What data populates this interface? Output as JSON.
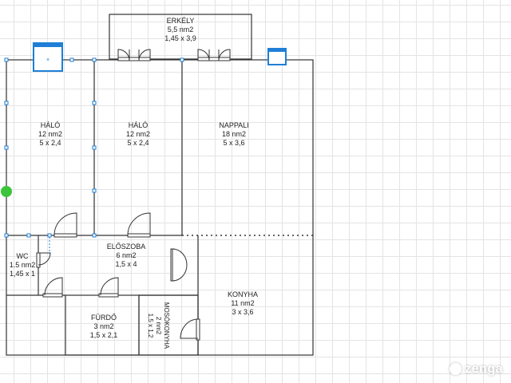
{
  "rooms": {
    "erkely": {
      "name": "ERKÉLY",
      "area": "5,5 nm2",
      "dims": "1,45 x 3,9"
    },
    "halo1": {
      "name": "HÁLÓ",
      "area": "12 nm2",
      "dims": "5 x 2,4"
    },
    "halo2": {
      "name": "HÁLÓ",
      "area": "12 nm2",
      "dims": "5 x 2,4"
    },
    "nappali": {
      "name": "NAPPALI",
      "area": "18 nm2",
      "dims": "5 x 3,6"
    },
    "wc": {
      "name": "WC",
      "area": "1.5 nm2",
      "dims": "1,45 x 1"
    },
    "eloszoba": {
      "name": "ELŐSZOBA",
      "area": "6 nm2",
      "dims": "1,5 x 4"
    },
    "konyha": {
      "name": "KONYHA",
      "area": "11 nm2",
      "dims": "3 x 3,6"
    },
    "furdo": {
      "name": "FÜRDŐ",
      "area": "3 nm2",
      "dims": "1,5 x 2,1"
    },
    "mosokonyha": {
      "name": "MOSÓKONYHA",
      "area": "2 nm2",
      "dims": "1,5 x 1,2"
    }
  },
  "watermark": {
    "text": "zenga"
  },
  "icons": {
    "window_left": "window-icon",
    "window_right": "window-icon",
    "handle": "drag-handle-icon",
    "logo": "zenga-logo-icon"
  },
  "colors": {
    "wall": "#333333",
    "selection": "#1f7fd6",
    "handle": "#3cc43c",
    "grid": "#e4e4e4"
  }
}
